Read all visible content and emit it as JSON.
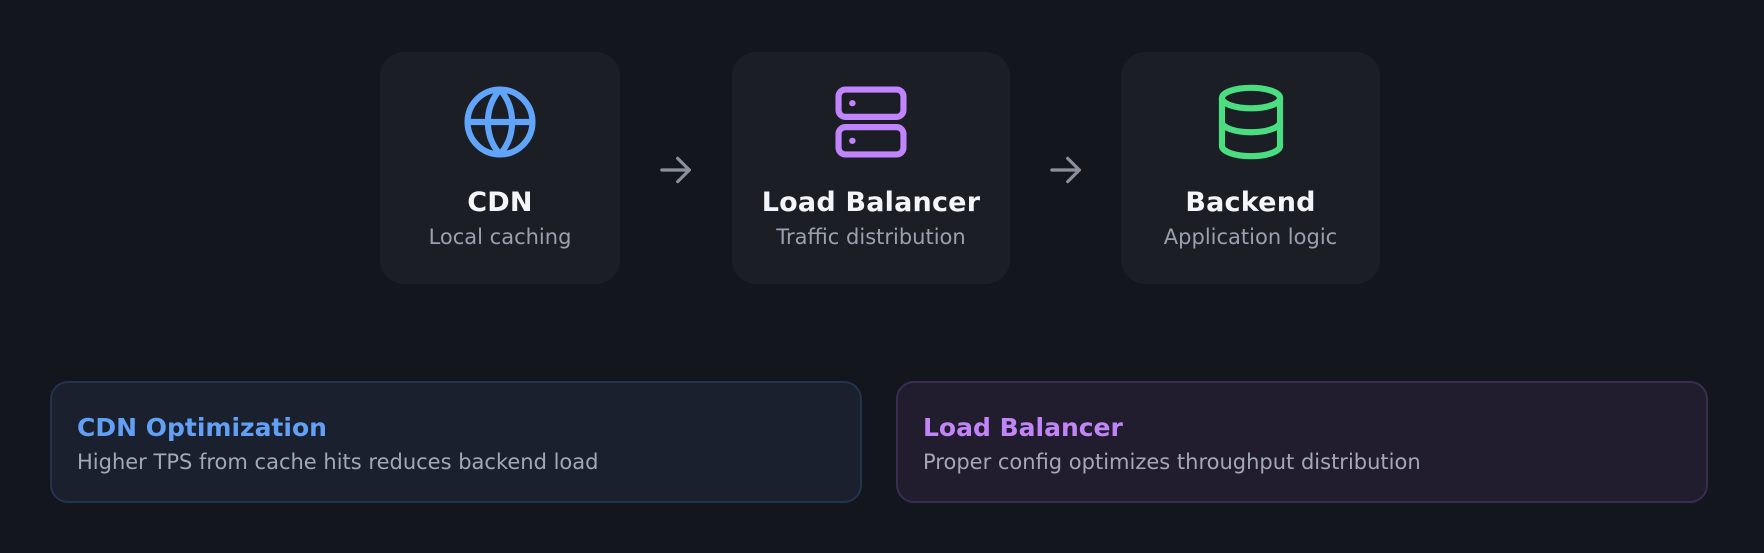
{
  "nodes": [
    {
      "title": "CDN",
      "subtitle": "Local caching",
      "icon": "globe-icon",
      "color": "#60a5fa"
    },
    {
      "title": "Load Balancer",
      "subtitle": "Traffic distribution",
      "icon": "server-icon",
      "color": "#c084fc"
    },
    {
      "title": "Backend",
      "subtitle": "Application logic",
      "icon": "database-icon",
      "color": "#4ade80"
    }
  ],
  "connectors": {
    "icon": "arrow-right-icon",
    "color": "#8b919c"
  },
  "cards": [
    {
      "title": "CDN Optimization",
      "text": "Higher TPS from cache hits reduces backend load",
      "accent": "#62a0f5"
    },
    {
      "title": "Load Balancer",
      "text": "Proper config optimizes throughput distribution",
      "accent": "#c185f8"
    }
  ]
}
